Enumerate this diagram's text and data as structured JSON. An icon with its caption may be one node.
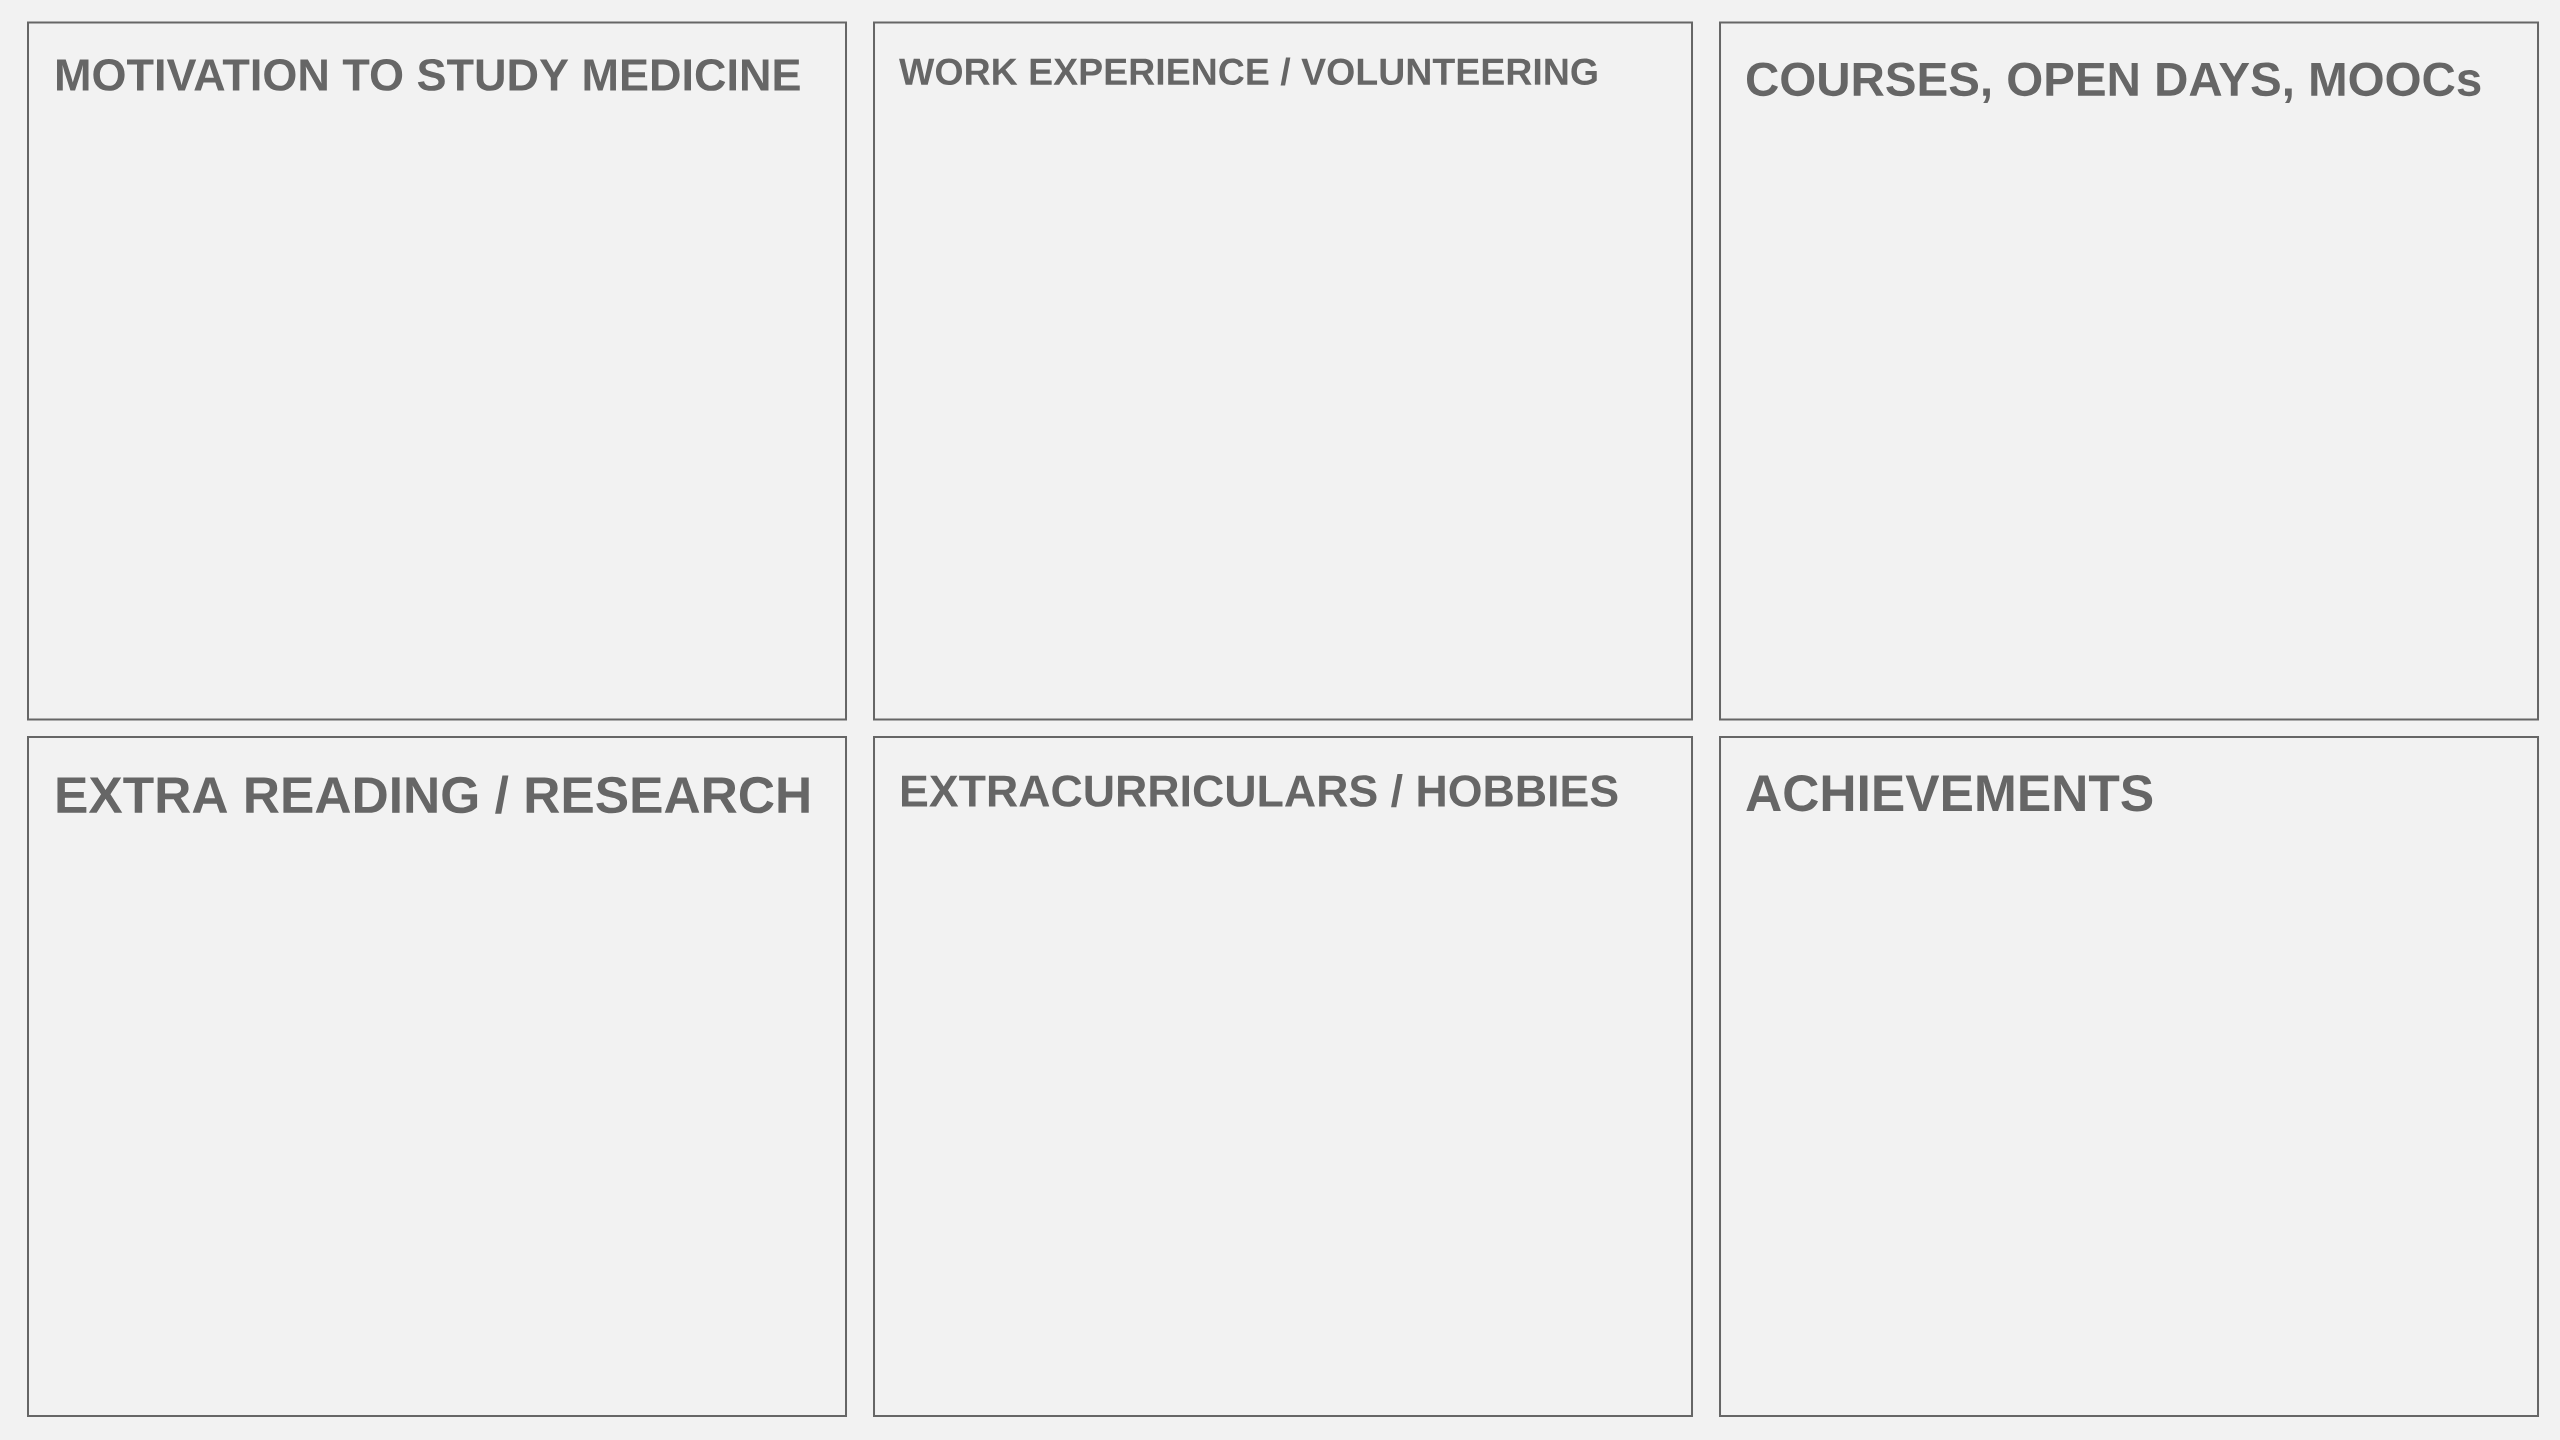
{
  "diagram": {
    "nodes": [
      {
        "text": [
          "MOTIVATION TO STUDY MEDICINE"
        ]
      },
      {
        "text": [
          "WORK EXPERIENCE / VOLUNTEERING"
        ]
      },
      {
        "text": [
          "COURSES, OPEN DAYS, MOOCs"
        ]
      },
      {
        "text": [
          "EXTRA READING / RESEARCH"
        ]
      },
      {
        "text": [
          "EXTRACURRICULARS / HOBBIES"
        ]
      },
      {
        "text": [
          "ACHIEVEMENTS"
        ]
      }
    ]
  }
}
